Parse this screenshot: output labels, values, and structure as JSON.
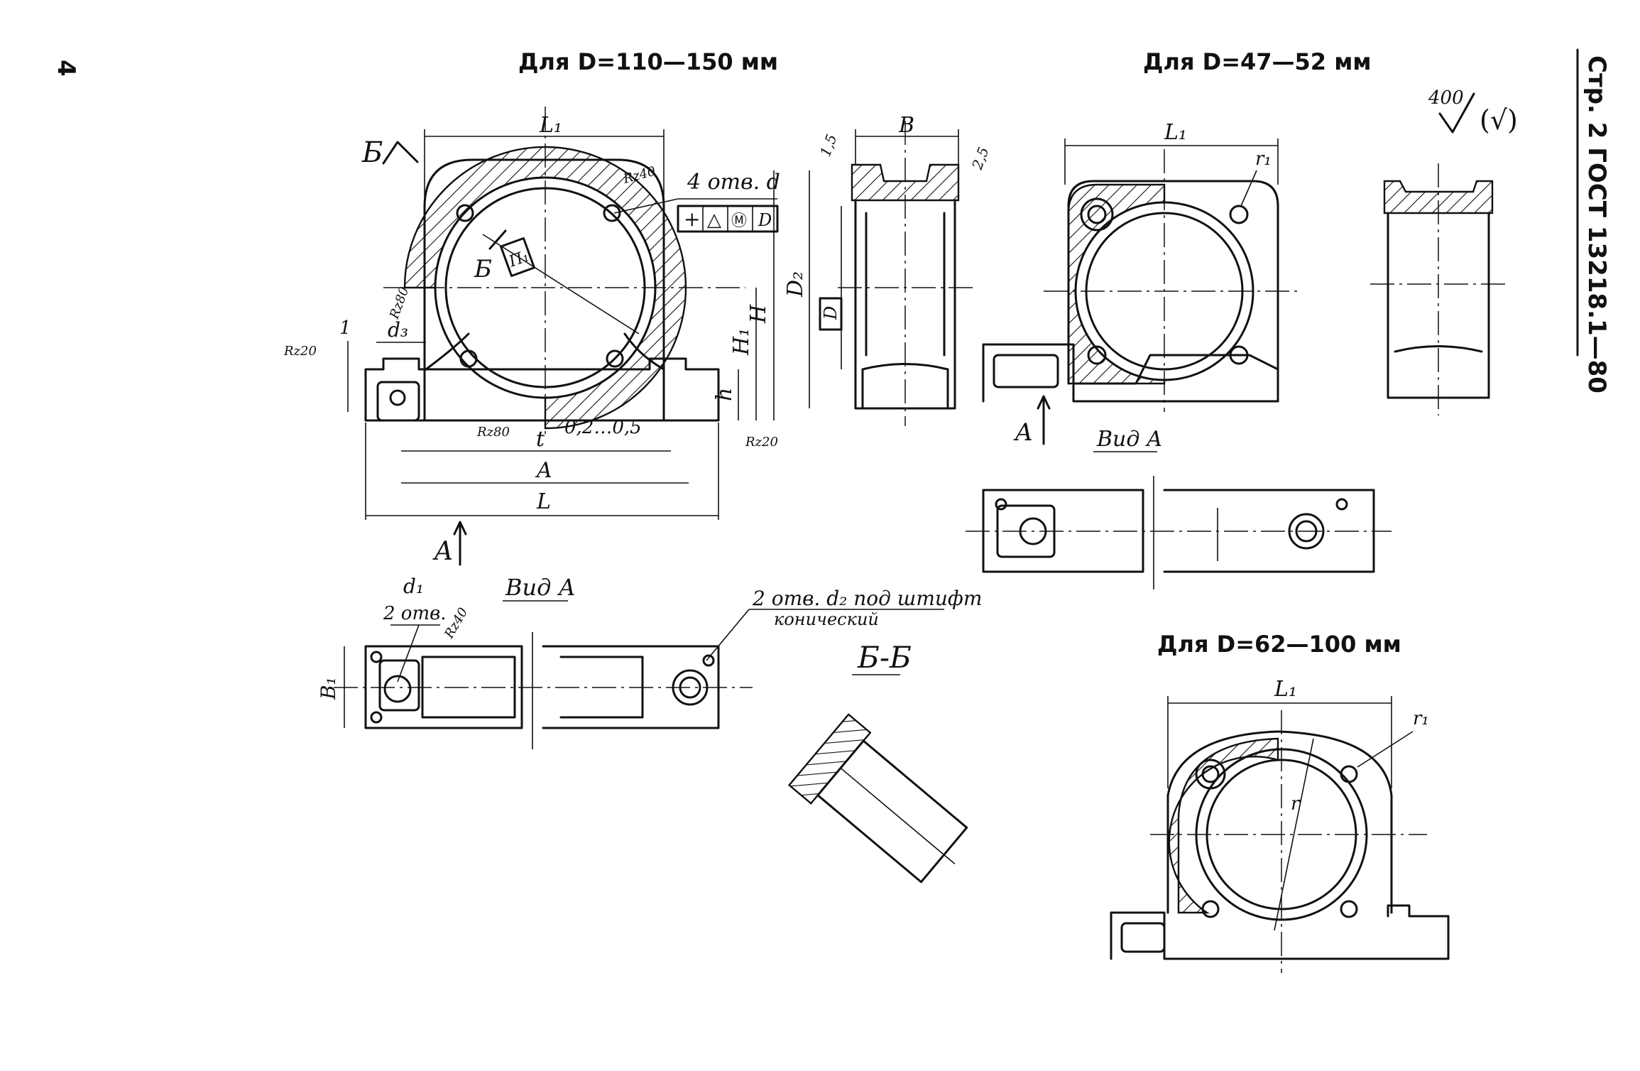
{
  "page_number": "4",
  "header": {
    "side": "Стр. 2 ГОСТ 13218.1—80",
    "title_large": "Для D=110—150 мм",
    "title_small": "Для D=47—52 мм",
    "title_mid": "Для D=62—100 мм"
  },
  "roughness_general": {
    "value": "400",
    "bracket": "(√)"
  },
  "view_large": {
    "section_mark": "Б",
    "section_mark2": "Б",
    "holes_note": "4 отв. d",
    "tolerance_frame": [
      "+",
      "△",
      "Ⓜ",
      "D"
    ],
    "tolerance_ref": "П₁",
    "dims": {
      "L1": "L₁",
      "B": "B",
      "D2": "D₂",
      "D": "D",
      "H": "H",
      "H1": "H₁",
      "h": "h",
      "t": "t",
      "A": "A",
      "L": "L",
      "d3": "d₃",
      "one": "1",
      "gap": "0,2…0,5",
      "chamfer_left": "1,5",
      "chamfer_right": "2,5",
      "B1": "B₁",
      "d1": "d₁"
    },
    "roughness": {
      "r1": "Rz40",
      "r2": "Rz80",
      "r3": "Rz20",
      "r4": "Rz80",
      "r5": "Rz20",
      "r6": "Rz40"
    },
    "view_arrow": "A",
    "view_label": "Вид А",
    "holes2": "2 отв.",
    "pin_note_1": "2 отв. d₂ под штифт",
    "pin_note_2": "конический"
  },
  "section_bb": "Б-Б",
  "view_small": {
    "L1": "L₁",
    "r1": "r₁",
    "view_arrow": "A",
    "view_label": "Вид А"
  },
  "view_mid": {
    "L1": "L₁",
    "r1": "r₁",
    "r": "r"
  }
}
